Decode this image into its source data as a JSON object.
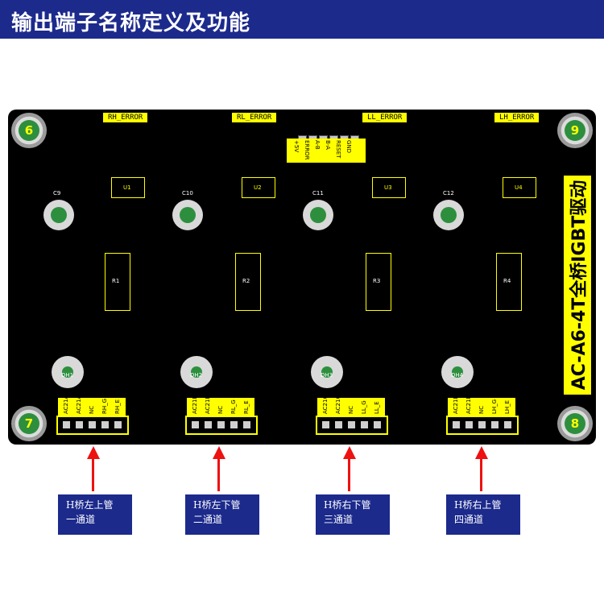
{
  "header": {
    "title": "输出端子名称定义及功能"
  },
  "board": {
    "corners": [
      "6",
      "9",
      "7",
      "8"
    ],
    "side_title": "AC-A6-4T全桥IGBT驱动",
    "error_labels": [
      "RH_ERROR",
      "RL_ERROR",
      "LL_ERROR",
      "LH_ERROR"
    ],
    "io_labels": [
      "+5V",
      "ERROR",
      "A-B",
      "B-A",
      "RESET",
      "GND"
    ],
    "ics": [
      "U1",
      "U2",
      "U3",
      "U4"
    ],
    "caps": [
      "C9",
      "C10",
      "C11",
      "C12"
    ],
    "resistors": [
      "R1",
      "R2",
      "R3",
      "R4"
    ],
    "bridges": [
      "DH1",
      "DH2",
      "DH3",
      "DH4"
    ],
    "channels": [
      {
        "terminal_labels": [
          "AC21A",
          "AC21A",
          "NC",
          "RH_G",
          "RH_E"
        ]
      },
      {
        "terminal_labels": [
          "AC21B",
          "AC21B",
          "NC",
          "RL_G",
          "RL_E"
        ]
      },
      {
        "terminal_labels": [
          "AC21C",
          "AC21C",
          "NC",
          "LL_G",
          "LL_E"
        ]
      },
      {
        "terminal_labels": [
          "AC21D",
          "AC21D",
          "NC",
          "LH_G",
          "LH_E"
        ]
      }
    ]
  },
  "callouts": [
    {
      "line1": "H桥左上管",
      "line2": "一通道"
    },
    {
      "line1": "H桥左下管",
      "line2": "二通道"
    },
    {
      "line1": "H桥右下管",
      "line2": "三通道"
    },
    {
      "line1": "H桥右上管",
      "line2": "四通道"
    }
  ],
  "colors": {
    "header_bg": "#1c2a8c",
    "board_bg": "#000000",
    "silk": "#ffff00",
    "arrow": "#ee1111"
  }
}
